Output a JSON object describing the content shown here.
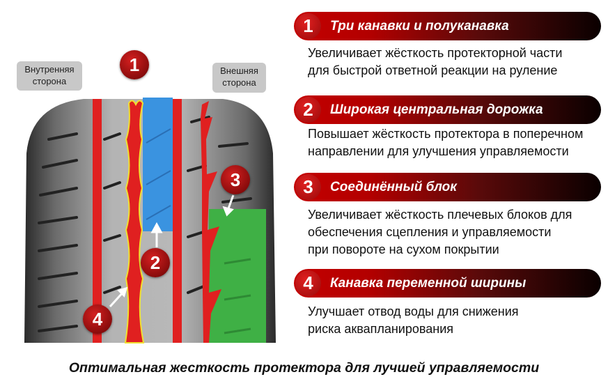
{
  "tire_labels": {
    "inner": "Внутренняя сторона",
    "outer": "Внешняя сторона"
  },
  "badges": [
    "1",
    "2",
    "3",
    "4"
  ],
  "features": [
    {
      "number": "1",
      "title": "Три канавки и полуканавка",
      "description": [
        "Увеличивает жёсткость протекторной части",
        "для быстрой ответной реакции на руление"
      ]
    },
    {
      "number": "2",
      "title": "Широкая центральная дорожка",
      "description": [
        "Повышает жёсткость протектора в поперечном",
        "направлении  для улучшения  управляемости"
      ]
    },
    {
      "number": "3",
      "title": "Соединённый  блок",
      "description": [
        "Увеличивает жёсткость плечевых блоков для",
        "обеспечения  сцепления и управляемости",
        "при повороте на сухом покрытии"
      ]
    },
    {
      "number": "4",
      "title": "Канавка переменной  ширины",
      "description": [
        "Улучшает отвод воды  для снижения",
        "риска аквапланирования"
      ]
    }
  ],
  "caption": "Оптимальная  жесткость  протектора  для лучшей  управляемости",
  "colors": {
    "groove": "#e02020",
    "center_rib": "#3a93e0",
    "shoulder_block": "#3fb045",
    "bar_start": "#c40000",
    "bar_end": "#0a0000"
  }
}
